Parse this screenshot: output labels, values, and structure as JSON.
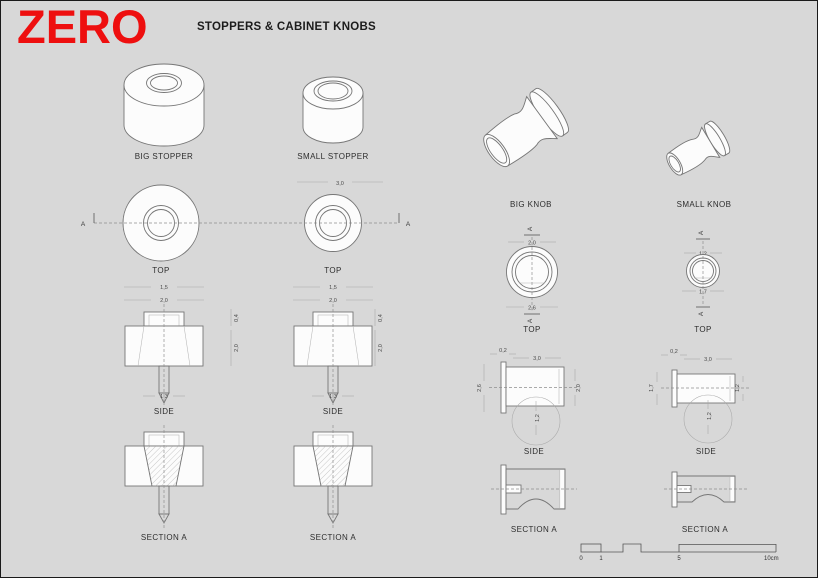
{
  "canvas": {
    "background": "#d8d8d8",
    "outline_gray": "#767676",
    "accent_red": "#ee0f0f"
  },
  "header": {
    "logo": "ZERO",
    "title": "STOPPERS & CABINET KNOBS"
  },
  "markers": {
    "section": "A"
  },
  "stoppers": {
    "big": {
      "name": "BIG STOPPER",
      "views": {
        "top": "TOP",
        "side": "SIDE",
        "section": "SECTION A"
      },
      "dims": {
        "cap_w": "1,5",
        "body_w": "2,0",
        "cap_h": "0,4",
        "body_h": "2,0",
        "screw": "1,3"
      }
    },
    "small": {
      "name": "SMALL STOPPER",
      "views": {
        "top": "TOP",
        "side": "SIDE",
        "section": "SECTION A"
      },
      "dims": {
        "top_w": "3,0",
        "cap_w": "1,5",
        "body_w": "2,0",
        "cap_h": "0,4",
        "body_h": "2,0",
        "screw": "1,3"
      }
    }
  },
  "knobs": {
    "big": {
      "name": "BIG KNOB",
      "views": {
        "top": "TOP",
        "side": "SIDE",
        "section": "SECTION A"
      },
      "dims": {
        "top_inner": "2,0",
        "top_outer": "2,6",
        "flange_t": "0,2",
        "length": "3,0",
        "flange_d": "2,6",
        "body_d": "2,0",
        "neck": "1,2"
      }
    },
    "small": {
      "name": "SMALL KNOB",
      "views": {
        "top": "TOP",
        "side": "SIDE",
        "section": "SECTION A"
      },
      "dims": {
        "top_inner": "1,2",
        "top_outer": "1,7",
        "flange_t": "0,2",
        "length": "3,0",
        "flange_d": "1,7",
        "body_d": "1,2",
        "neck": "1,2"
      }
    }
  },
  "scale_bar": {
    "ticks": [
      "0",
      "1",
      "5",
      "10cm"
    ]
  }
}
